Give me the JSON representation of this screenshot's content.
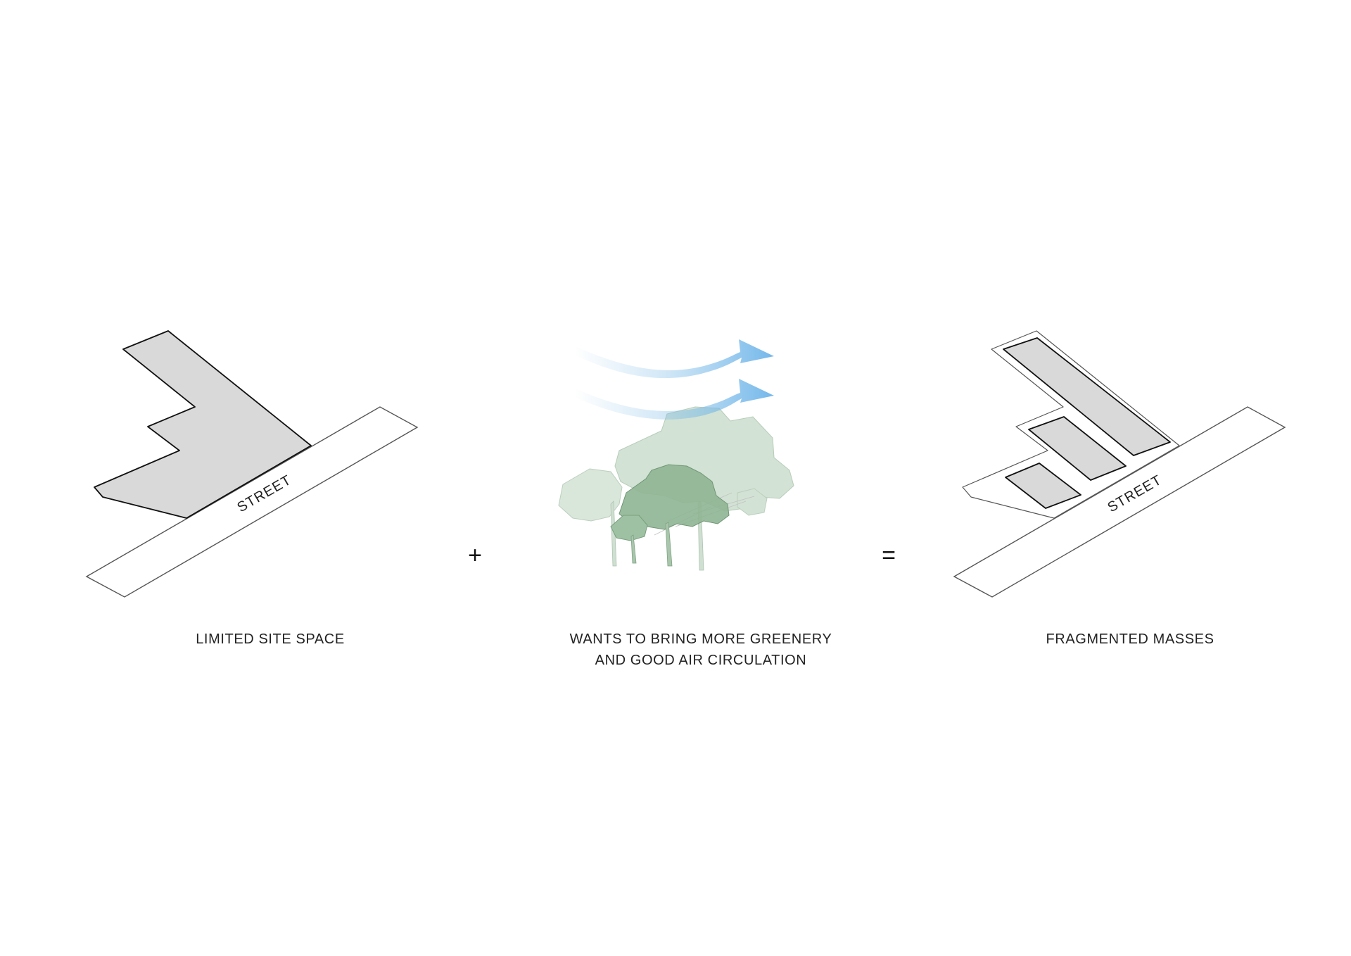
{
  "panels": {
    "site": {
      "street_label": "STREET",
      "caption": "LIMITED SITE SPACE"
    },
    "intent": {
      "caption_line1": "WANTS TO BRING MORE GREENERY",
      "caption_line2": "AND GOOD AIR CIRCULATION"
    },
    "result": {
      "street_label": "STREET",
      "caption": "FRAGMENTED MASSES"
    }
  },
  "operators": {
    "plus": "+",
    "equals": "="
  },
  "colors": {
    "site_fill": "#d9d9d9",
    "outline": "#111111",
    "street_stroke": "#555555",
    "tree_light": "#d2e2d4",
    "tree_dark": "#8fb594",
    "wind": "#7fbce8"
  }
}
